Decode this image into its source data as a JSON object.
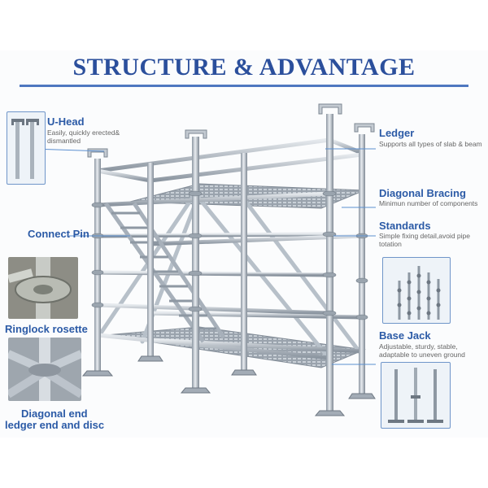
{
  "header": {
    "title": "STRUCTURE & ADVANTAGE"
  },
  "labels": {
    "u_head": {
      "title": "U-Head",
      "desc_line1": "Easily,  quickly erected&",
      "desc_line2": "dismantled"
    },
    "connect_pin": {
      "title": "Connect Pin"
    },
    "ringlock": {
      "title": "Ringlock rosette"
    },
    "diagonal_end": {
      "title_line1": "Diagonal end",
      "title_line2": "ledger end and disc"
    },
    "ledger": {
      "title": "Ledger",
      "desc": "Supports all types of slab & beam"
    },
    "diagonal_bracing": {
      "title": "Diagonal Bracing",
      "desc": "Minimun number of components"
    },
    "standards": {
      "title": "Standards",
      "desc_line1": "Simple fixing detail,avoid pipe",
      "desc_line2": "totation"
    },
    "base_jack": {
      "title": "Base Jack",
      "desc_line1": "Adjustable, sturdy, stable,",
      "desc_line2": "adaptable to uneven ground"
    }
  },
  "colors": {
    "title": "#2b4f9c",
    "label": "#2b5aa6",
    "rule": "#4e77c0",
    "steel": "#b9c2cb"
  }
}
